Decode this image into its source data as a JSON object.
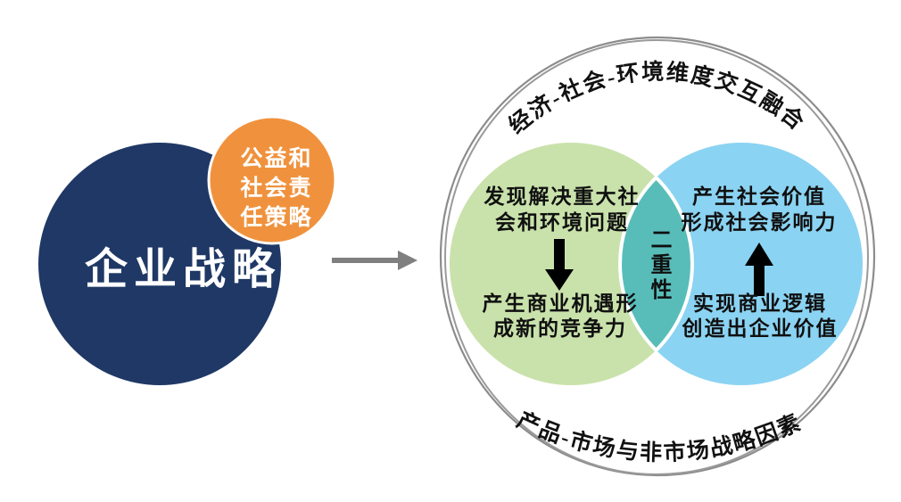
{
  "diagram": {
    "left_group": {
      "main_circle_label": "企业战略",
      "sub_circle_lines": [
        "公益和",
        "社会责",
        "任策略"
      ]
    },
    "venn": {
      "top_arc_label": "经济-社会-环境维度交互融合",
      "bottom_arc_label": "产品-市场与非市场战略因素",
      "overlap_label": "二重性",
      "green_circle": {
        "top_lines": [
          "发现解决重大社",
          "会和环境问题"
        ],
        "bottom_lines": [
          "产生商业机遇形",
          "成新的竞争力"
        ]
      },
      "blue_circle": {
        "top_lines": [
          "产生社会价值",
          "形成社会影响力"
        ],
        "bottom_lines": [
          "实现商业逻辑",
          "创造出企业价值"
        ]
      }
    },
    "colors": {
      "navy": "#1F3865",
      "orange": "#F0923D",
      "green": "#C9E2AB",
      "blue": "#8BD3F2",
      "teal": "#58BDB9",
      "ring_gray": "#8C8C8C",
      "arrow_gray": "#7F7F7F",
      "text_black": "#111111",
      "text_white": "#FFFFFF"
    }
  }
}
